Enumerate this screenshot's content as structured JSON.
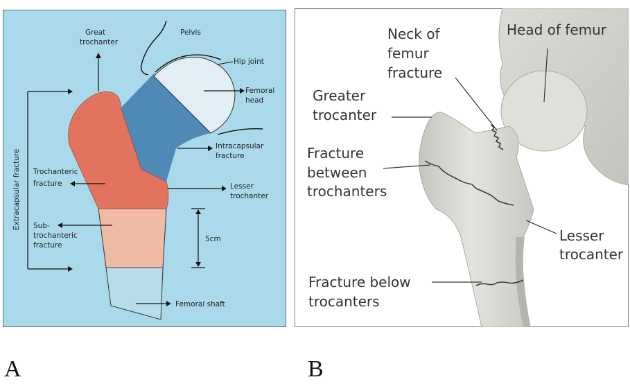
{
  "panel_a": {
    "label": "A",
    "colors": {
      "background": "#a9d9ea",
      "trochanteric_region": "#e2735f",
      "neck_region": "#4f89b6",
      "head_region": "#e3eef4",
      "subtrochanteric_region": "#efbba4",
      "shaft_region": "#b9dcea",
      "line": "#111111"
    },
    "labels": {
      "great_trochanter_1": "Great",
      "great_trochanter_2": "trochanter",
      "pelvis": "Pelvis",
      "hip_joint": "Hip joint",
      "femoral_head_1": "Femoral",
      "femoral_head_2": "head",
      "intracapsular_1": "Intracapsular",
      "intracapsular_2": "fracture",
      "trochanteric_1": "Trochanteric",
      "trochanteric_2": "fracture",
      "lesser_trochanter_1": "Lesser",
      "lesser_trochanter_2": "trochanter",
      "subtrochanteric_1": "Sub-",
      "subtrochanteric_2": "trochanteric",
      "subtrochanteric_3": "fracture",
      "five_cm": "5cm",
      "femoral_shaft": "Femoral shaft",
      "extracapsular_fracture": "Extracapsular fracture"
    }
  },
  "panel_b": {
    "label": "B",
    "colors": {
      "background": "#ffffff",
      "bone": "#dcdcd6",
      "bone_shadow": "#b9bab3",
      "fracture_line": "#3a3a3a",
      "label_text": "#333333"
    },
    "labels": {
      "neck_fracture_1": "Neck of",
      "neck_fracture_2": "femur",
      "neck_fracture_3": "fracture",
      "head_of_femur": "Head of femur",
      "greater_trocanter_1": "Greater",
      "greater_trocanter_2": "trocanter",
      "between_1": "Fracture",
      "between_2": "between",
      "between_3": "trochanters",
      "lesser_trocanter_1": "Lesser",
      "lesser_trocanter_2": "trocanter",
      "below_1": "Fracture below",
      "below_2": "trocanters"
    }
  }
}
